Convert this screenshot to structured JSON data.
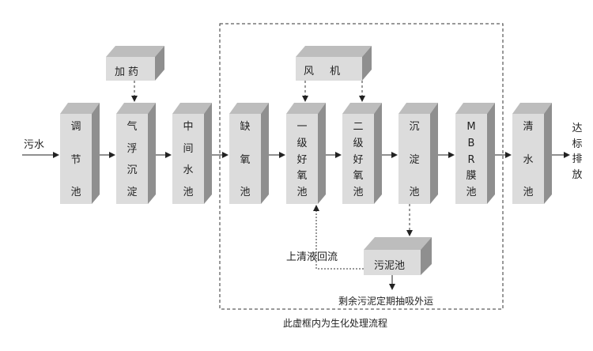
{
  "inflow_label": "污水",
  "dosing_unit": "加药",
  "blower_unit": "风 机",
  "stages": [
    {
      "id": "regulating",
      "label": "调节池"
    },
    {
      "id": "flotation",
      "label": "气浮沉淀"
    },
    {
      "id": "intermediate",
      "label": "中间水池"
    },
    {
      "id": "anoxic",
      "label": "缺氧池"
    },
    {
      "id": "aerobic1",
      "label": "一级好氧池"
    },
    {
      "id": "aerobic2",
      "label": "二级好氧池"
    },
    {
      "id": "settling",
      "label": "沉淀池"
    },
    {
      "id": "mbr",
      "label": "MBR膜池"
    },
    {
      "id": "clear",
      "label": "清水池"
    }
  ],
  "outflow_label": "达标排放",
  "sludge_tank": "污泥池",
  "return_flow_label": "上清液回流",
  "sludge_disposal_label": "剩余污泥定期抽吸外运",
  "boundary_note": "此虚框内为生化处理流程",
  "colors": {
    "box_front": "#d9d9d9",
    "box_top": "#b3b3b3",
    "box_side": "#8c8c8c",
    "line": "#222222",
    "dashed": "#333333"
  }
}
